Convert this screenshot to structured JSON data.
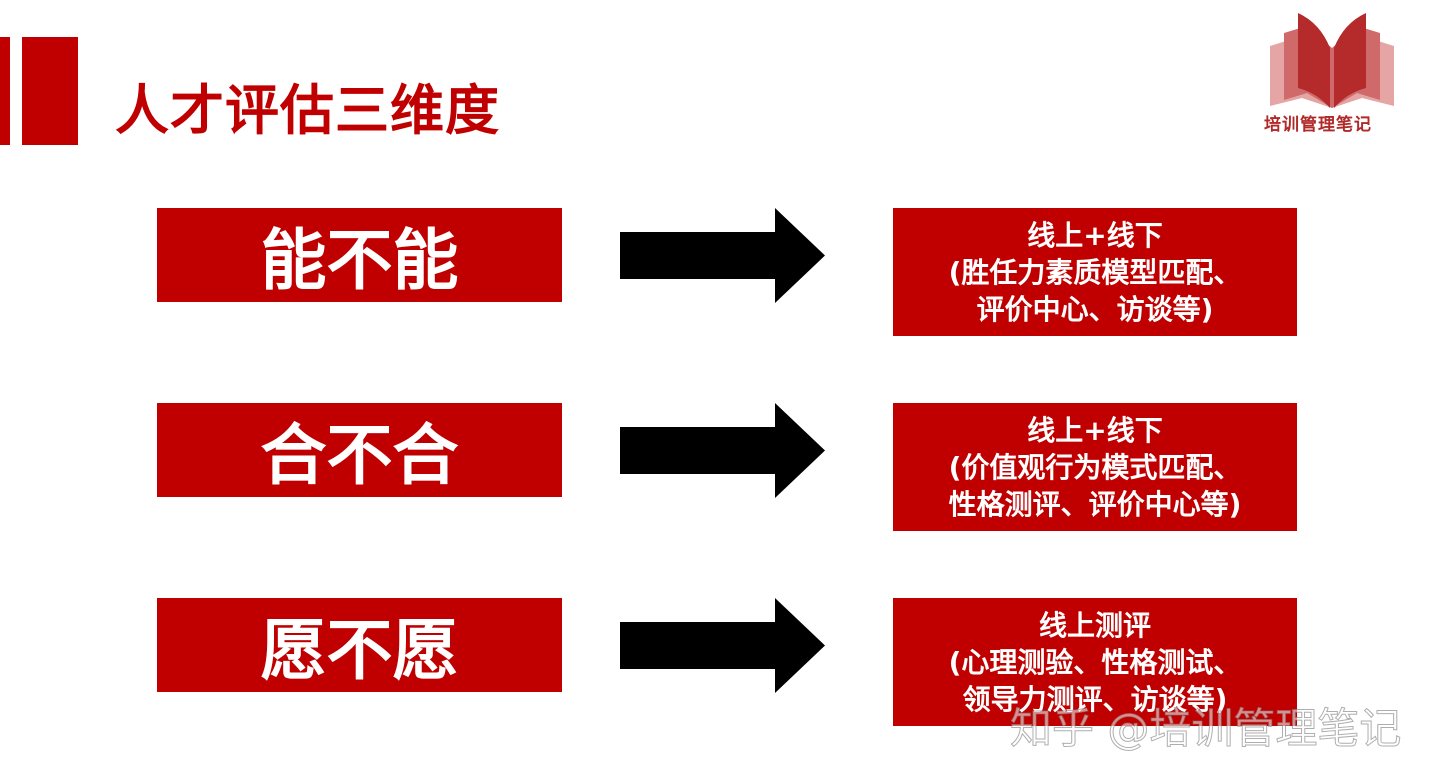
{
  "title": "人才评估三维度",
  "logo": {
    "text": "培训管理笔记",
    "colors": [
      "#b52a2a",
      "#d98080"
    ]
  },
  "accent": "#c00000",
  "rows": [
    {
      "label": "能不能",
      "lines": [
        "线上+线下",
        "(胜任力素质模型匹配、",
        "评价中心、访谈等)"
      ]
    },
    {
      "label": "合不合",
      "lines": [
        "线上+线下",
        "(价值观行为模式匹配、",
        "性格测评、评价中心等)"
      ]
    },
    {
      "label": "愿不愿",
      "lines": [
        "线上测评",
        "(心理测验、性格测试、",
        "领导力测评、访谈等)"
      ]
    }
  ],
  "watermark": "知乎 @培训管理笔记"
}
